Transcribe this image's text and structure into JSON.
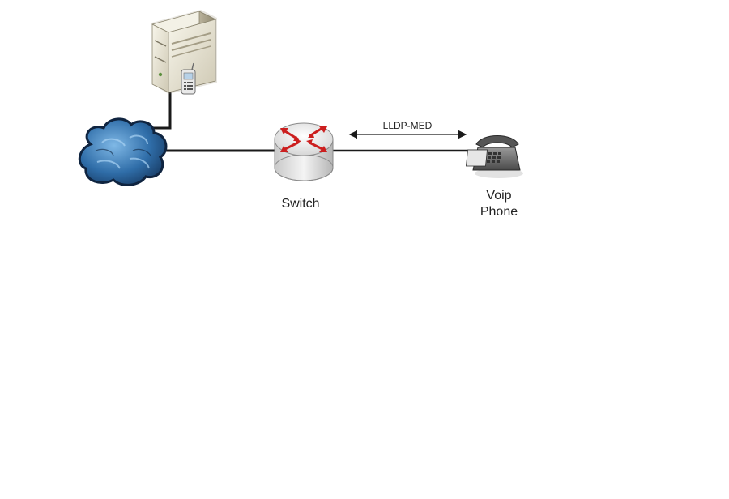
{
  "nodes": {
    "switch_label": "Switch",
    "phone_label_line1": "Voip",
    "phone_label_line2": "Phone"
  },
  "links": {
    "lldp_label": "LLDP-MED"
  },
  "icons": {
    "server": "server-icon",
    "cloud": "cloud-icon",
    "switch": "switch-icon",
    "phone": "phone-icon"
  },
  "colors": {
    "link": "#1a1a1a",
    "cloud_fill": "#2f6da8",
    "switch_arrow": "#cc1f1f",
    "server_body": "#ece8d8"
  }
}
